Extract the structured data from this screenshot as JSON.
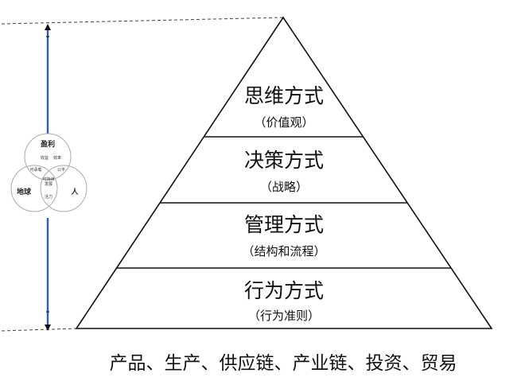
{
  "pyramid": {
    "levels": [
      {
        "title": "思维方式",
        "subtitle": "（价值观）"
      },
      {
        "title": "决策方式",
        "subtitle": "（战略）"
      },
      {
        "title": "管理方式",
        "subtitle": "（结构和流程）"
      },
      {
        "title": "行为方式",
        "subtitle": "（行为准则）"
      }
    ]
  },
  "venn": {
    "circles": [
      "盈利",
      "地球",
      "人"
    ],
    "overlaps": {
      "top_left_a": "收益",
      "top_left_b": "效率",
      "left": "可承载",
      "right": "公平",
      "center_a": "可持续",
      "center_b": "发展",
      "bottom": "活力"
    }
  },
  "footer": {
    "text": "产品、生产、供应链、产业链、投资、贸易"
  },
  "colors": {
    "scale_line": "#2f5db8",
    "stroke": "#111111"
  }
}
